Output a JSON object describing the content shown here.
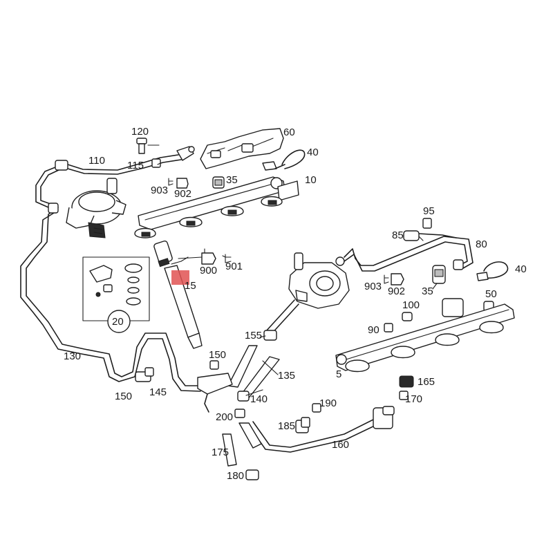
{
  "highlight_color": "#e05252",
  "callouts": {
    "c10": "10",
    "c15": "15",
    "c20": "20",
    "c35a": "35",
    "c35b": "35",
    "c40a": "40",
    "c40b": "40",
    "c5": "5",
    "c50": "50",
    "c60": "60",
    "c80": "80",
    "c85": "85",
    "c90": "90",
    "c95": "95",
    "c100": "100",
    "c110": "110",
    "c115": "115",
    "c120": "120",
    "c130": "130",
    "c135": "135",
    "c140": "140",
    "c145": "145",
    "c150a": "150",
    "c150b": "150",
    "c155": "155",
    "c160": "160",
    "c165": "165",
    "c170": "170",
    "c175": "175",
    "c180": "180",
    "c185": "185",
    "c190": "190",
    "c200": "200",
    "c900": "900",
    "c901": "901",
    "c902a": "902",
    "c902b": "902",
    "c903a": "903",
    "c903b": "903"
  }
}
